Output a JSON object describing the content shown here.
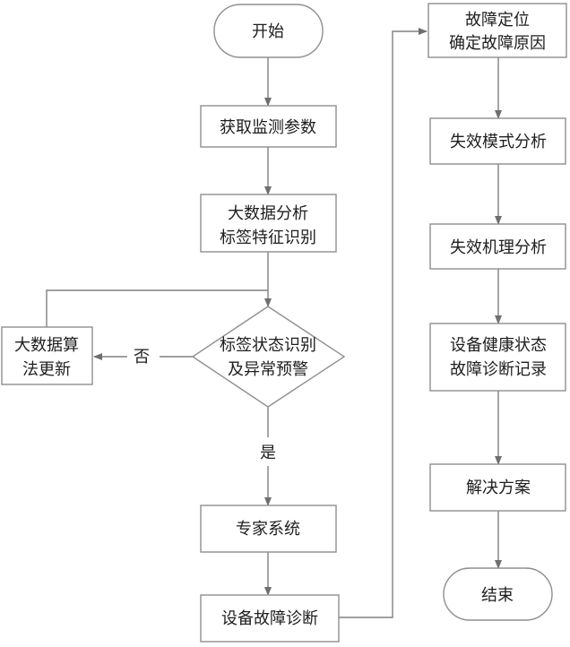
{
  "nodes": {
    "start": {
      "lines": [
        "开始"
      ]
    },
    "acquire": {
      "lines": [
        "获取监测参数"
      ]
    },
    "analyze": {
      "lines": [
        "大数据分析",
        "标签特征识别"
      ]
    },
    "decision": {
      "lines": [
        "标签状态识别",
        "及异常预警"
      ]
    },
    "update": {
      "lines": [
        "大数据算",
        "法更新"
      ]
    },
    "expert": {
      "lines": [
        "专家系统"
      ]
    },
    "diagnose": {
      "lines": [
        "设备故障诊断"
      ]
    },
    "locate": {
      "lines": [
        "故障定位",
        "确定故障原因"
      ]
    },
    "failure_mode": {
      "lines": [
        "失效模式分析"
      ]
    },
    "failure_mech": {
      "lines": [
        "失效机理分析"
      ]
    },
    "record": {
      "lines": [
        "设备健康状态",
        "故障诊断记录"
      ]
    },
    "solution": {
      "lines": [
        "解决方案"
      ]
    },
    "end": {
      "lines": [
        "结束"
      ]
    }
  },
  "labels": {
    "no": "否",
    "yes": "是"
  }
}
